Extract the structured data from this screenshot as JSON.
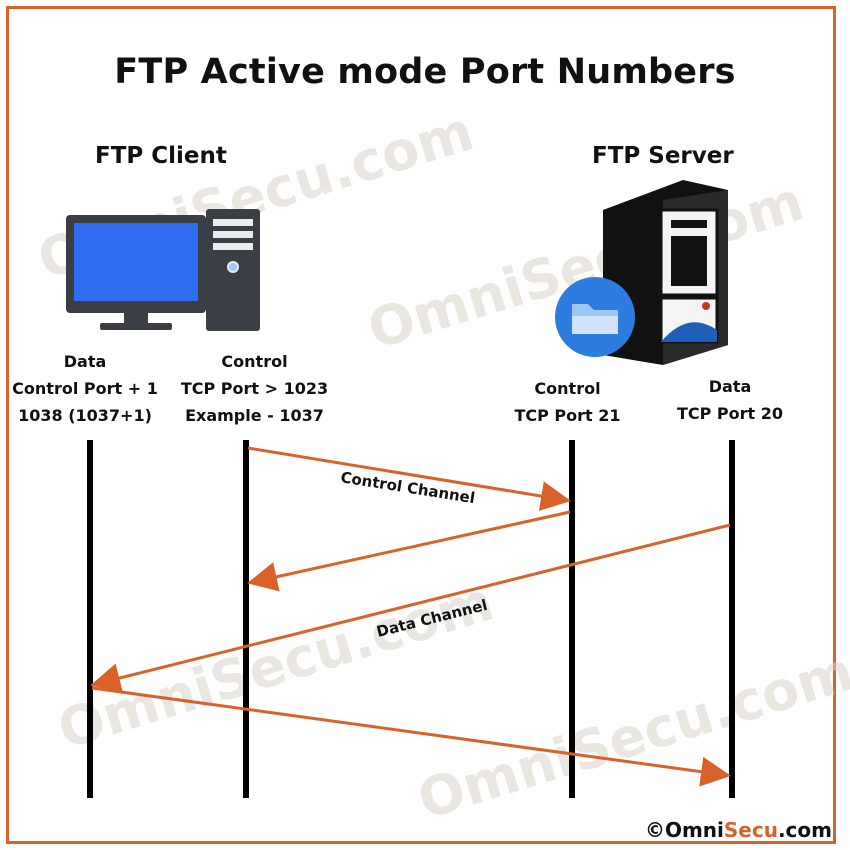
{
  "title": "FTP Active mode Port Numbers",
  "client": {
    "title": "FTP Client",
    "data_label": [
      "Data",
      "Control Port + 1",
      "1038 (1037+1)"
    ],
    "control_label": [
      "Control",
      "TCP Port > 1023",
      "Example - 1037"
    ]
  },
  "server": {
    "title": "FTP Server",
    "control_label": [
      "Control",
      "TCP Port 21"
    ],
    "data_label": [
      "Data",
      "TCP Port 20"
    ]
  },
  "channels": {
    "control": "Control Channel",
    "data": "Data Channel"
  },
  "watermark": "OmniSecu.com",
  "copyright": {
    "symbol": "©",
    "name_plain": "Omni",
    "name_accent": "Secu",
    "suffix": ".com"
  },
  "colors": {
    "accent": "#d9622b",
    "line": "#000000",
    "monitor_screen": "#2f6df2"
  },
  "icons": [
    "desktop-computer-icon",
    "server-tower-icon",
    "folder-icon"
  ]
}
